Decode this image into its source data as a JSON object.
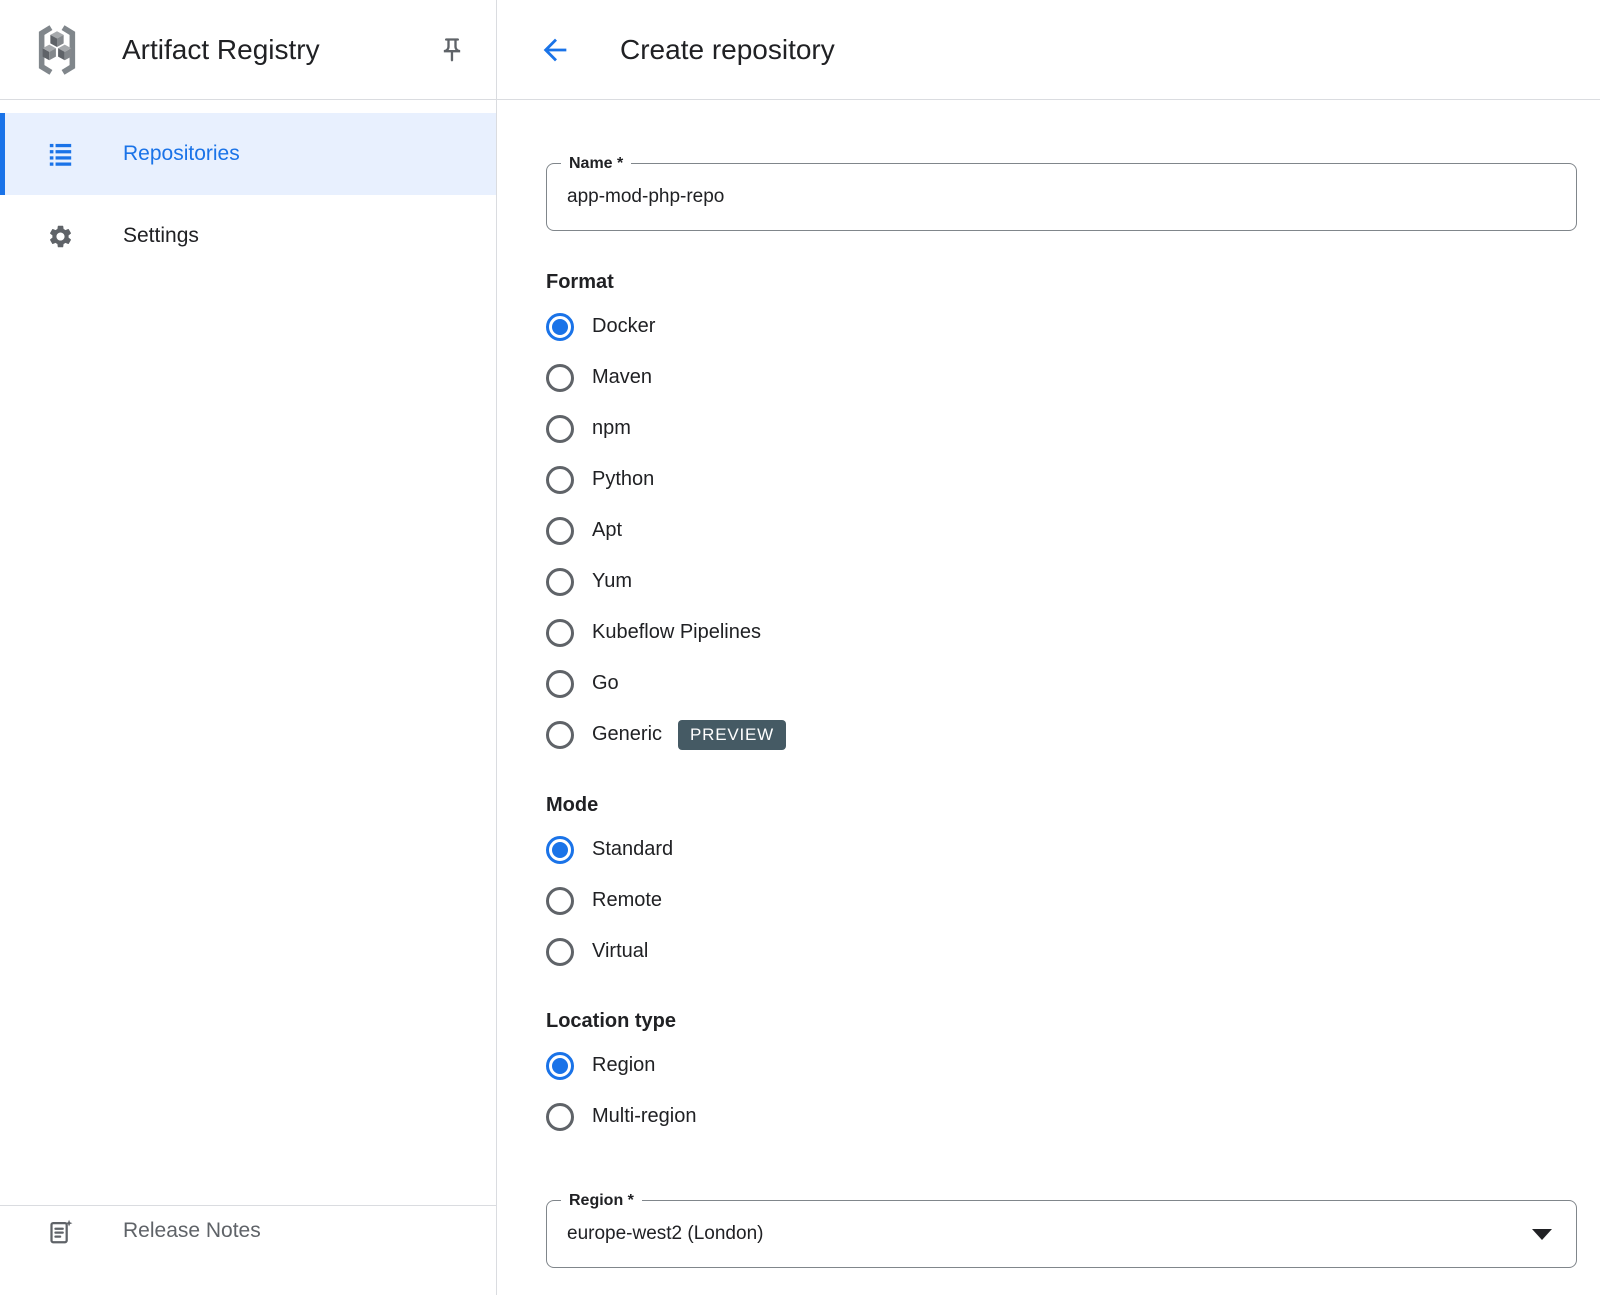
{
  "sidebar": {
    "title": "Artifact Registry",
    "items": [
      {
        "label": "Repositories",
        "icon": "list-icon",
        "selected": true
      },
      {
        "label": "Settings",
        "icon": "gear-icon",
        "selected": false
      }
    ],
    "footer_label": "Release Notes"
  },
  "header": {
    "title": "Create repository"
  },
  "form": {
    "name_field": {
      "label": "Name *",
      "value": "app-mod-php-repo"
    },
    "format": {
      "label": "Format",
      "options": [
        {
          "label": "Docker",
          "selected": true
        },
        {
          "label": "Maven",
          "selected": false
        },
        {
          "label": "npm",
          "selected": false
        },
        {
          "label": "Python",
          "selected": false
        },
        {
          "label": "Apt",
          "selected": false
        },
        {
          "label": "Yum",
          "selected": false
        },
        {
          "label": "Kubeflow Pipelines",
          "selected": false
        },
        {
          "label": "Go",
          "selected": false
        },
        {
          "label": "Generic",
          "selected": false,
          "badge": "PREVIEW"
        }
      ]
    },
    "mode": {
      "label": "Mode",
      "options": [
        {
          "label": "Standard",
          "selected": true
        },
        {
          "label": "Remote",
          "selected": false
        },
        {
          "label": "Virtual",
          "selected": false
        }
      ]
    },
    "location_type": {
      "label": "Location type",
      "options": [
        {
          "label": "Region",
          "selected": true
        },
        {
          "label": "Multi-region",
          "selected": false
        }
      ]
    },
    "region_field": {
      "label": "Region *",
      "value": "europe-west2 (London)"
    }
  },
  "colors": {
    "accent_blue": "#1a73e8",
    "selected_item_bg": "#e8f0fe",
    "preview_badge_bg": "#455a64",
    "text_primary": "#202124",
    "text_secondary": "#5f6368",
    "divider": "#dadce0",
    "input_border": "#80868b"
  }
}
